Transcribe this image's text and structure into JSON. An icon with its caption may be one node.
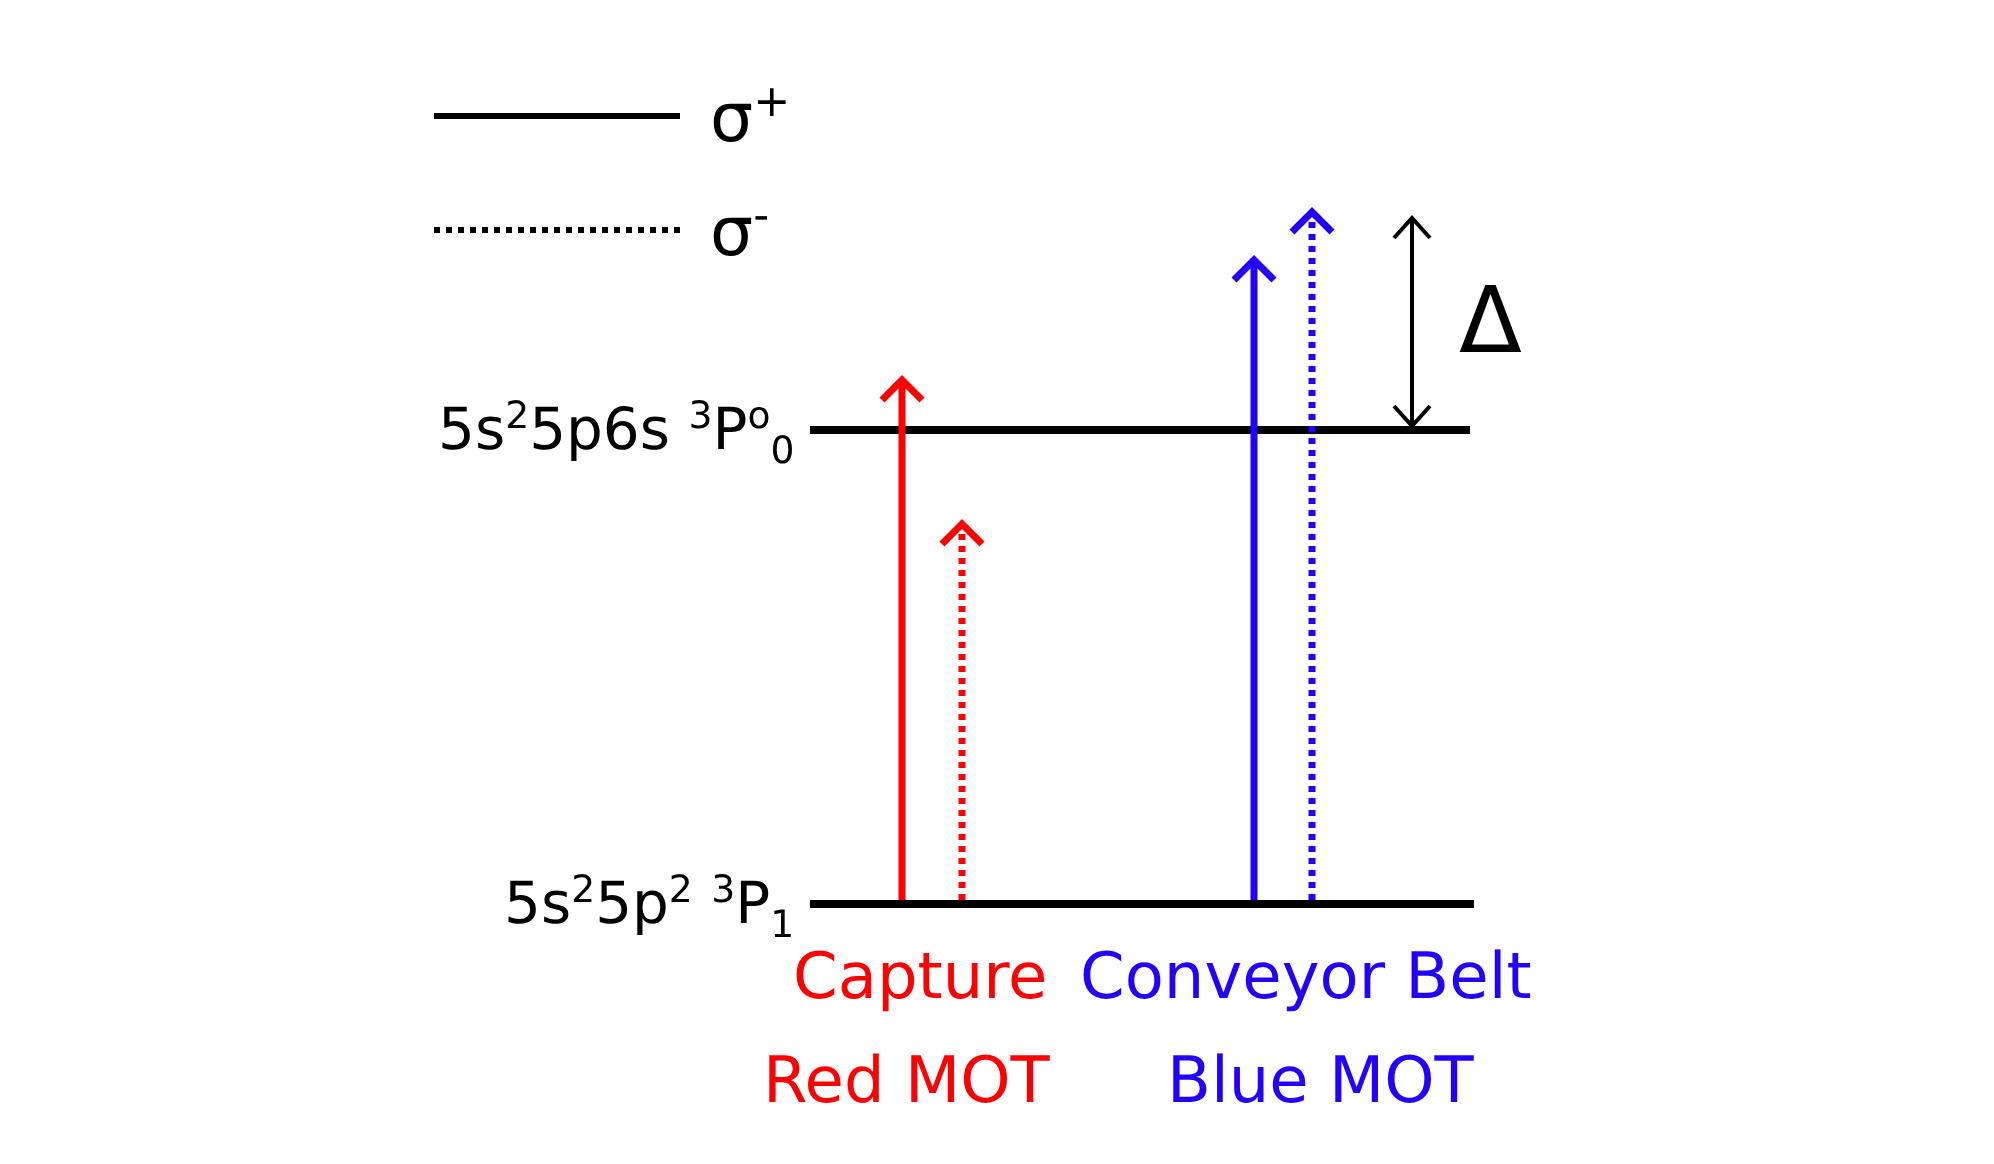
{
  "diagram": {
    "nodes": [
      {
        "text": [],
        "shape": "bar",
        "beside": [
          "5s$^{2}$5p6s $^{3}$P$^{o}$$_{0}$"
        ]
      },
      {
        "text": [],
        "shape": "bar",
        "beside": [
          "5s$^{2}$5p$^{2}$ $^{3}$P$_{1}$"
        ]
      }
    ],
    "edges": [
      {
        "from": 1,
        "to": 0,
        "arrow": "to",
        "color": "#ff0000"
      },
      {
        "from": 1,
        "to": null,
        "arrow": "to",
        "style": "dashed",
        "color": "#ff0000"
      },
      {
        "from": 1,
        "to": null,
        "arrow": "to",
        "color": "#2200ff"
      },
      {
        "from": 1,
        "to": null,
        "arrow": "to",
        "style": "dashed",
        "color": "#2200ff"
      }
    ],
    "labels": [
      "Δ",
      "Capture",
      "Conveyor Belt",
      "Red MOT",
      "Blue MOT"
    ],
    "legend": [
      {
        "text": "σ$^{+}$"
      },
      {
        "text": "σ$^{-}$"
      }
    ]
  }
}
